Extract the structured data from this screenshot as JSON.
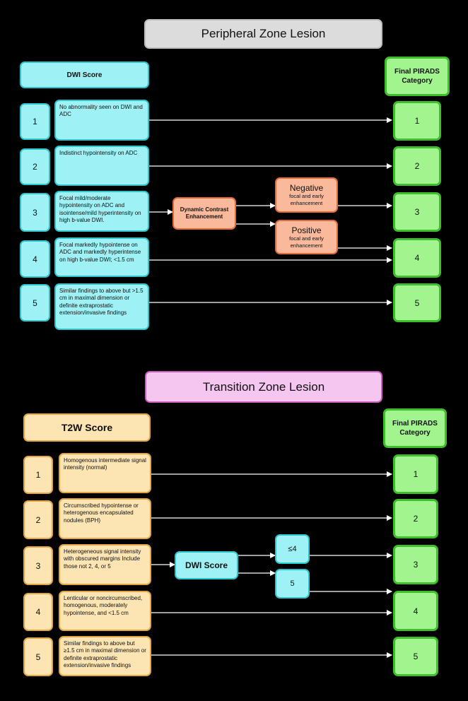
{
  "peripheral": {
    "title": "Peripheral Zone Lesion",
    "score_header": "DWI Score",
    "final_header": "Final PIRADS Category",
    "rows": [
      {
        "score": "1",
        "desc": "No abnormality seen on DWI and ADC",
        "final": "1"
      },
      {
        "score": "2",
        "desc": "Indistinct hypointensity on ADC",
        "final": "2"
      },
      {
        "score": "3",
        "desc": "Focal mild/moderate hypointensity on ADC and isointense/mild hyperintensity on high b-value DWI.",
        "final": "3"
      },
      {
        "score": "4",
        "desc": "Focal markedly hypointense on ADC and markedly hyperintense on high b-value DWI; <1.5 cm",
        "final": "4"
      },
      {
        "score": "5",
        "desc": "Similar findings to above but >1.5 cm in maximal dimension or definite extraprostatic extension/invasive findings",
        "final": "5"
      }
    ],
    "dce": {
      "label": "Dynamic Contrast Enhancement"
    },
    "negative": {
      "title": "Negative",
      "subtitle": "focal and early enhancement"
    },
    "positive": {
      "title": "Positive",
      "subtitle": "focal and early enhancement"
    }
  },
  "transition": {
    "title": "Transition Zone Lesion",
    "score_header": "T2W Score",
    "final_header": "Final PIRADS Category",
    "rows": [
      {
        "score": "1",
        "desc": "Homogenous intermediate signal intensity (normal)",
        "final": "1"
      },
      {
        "score": "2",
        "desc": "Circumscribed hypointense or heterogenous encapsulated nodules (BPH)",
        "final": "2"
      },
      {
        "score": "3",
        "desc": "Heterogeneous signal intensity with obscured margins Include those not 2, 4, or 5",
        "final": "3"
      },
      {
        "score": "4",
        "desc": "Lenticular or noncircumscribed, homogenous, moderately hypointense, and <1.5 cm",
        "final": "4"
      },
      {
        "score": "5",
        "desc": "Similar findings to above but ≥1.5 cm in maximal dimension or definite extraprostatic extension/invasive findings",
        "final": "5"
      }
    ],
    "dwi": {
      "label": "DWI Score"
    },
    "le4": {
      "label": "≤4"
    },
    "eq5": {
      "label": "5"
    }
  }
}
